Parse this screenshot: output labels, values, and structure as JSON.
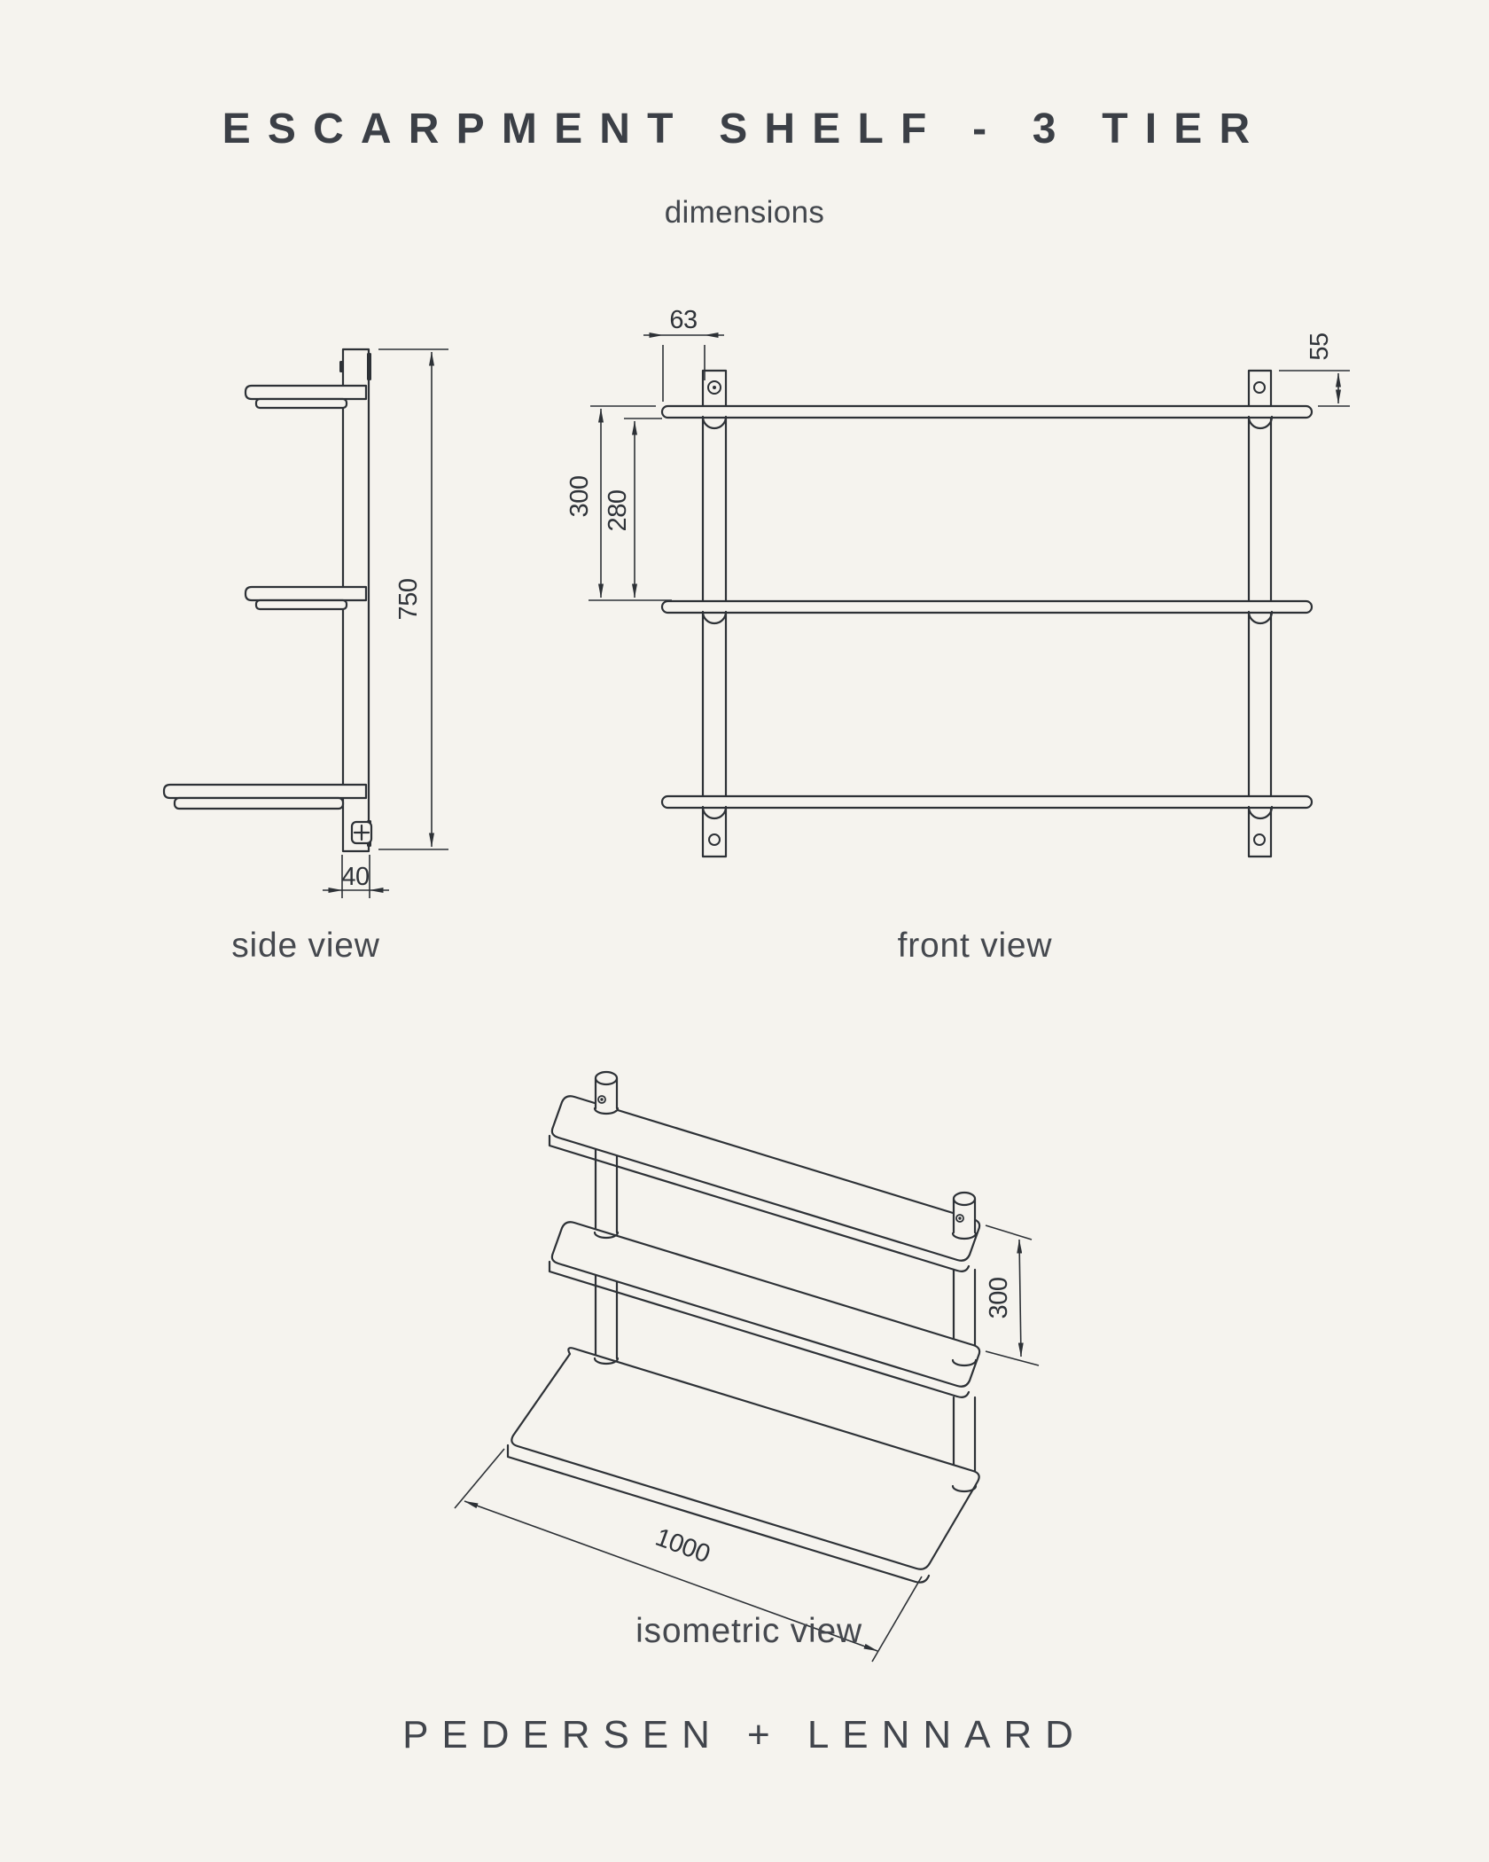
{
  "colors": {
    "background": "#f5f3ee",
    "ink": "#2d3136",
    "heading": "#3b3f46"
  },
  "header": {
    "title": "ESCARPMENT SHELF - 3 TIER",
    "subtitle": "dimensions"
  },
  "side_view": {
    "label": "side view",
    "dim_height": "750",
    "dim_depth": "40"
  },
  "front_view": {
    "label": "front view",
    "dim_bracket_inset": "63",
    "dim_post_above_shelf": "55",
    "dim_shelf_spacing": "300",
    "dim_shelf_clearance": "280"
  },
  "isometric_view": {
    "label": "isometric view",
    "dim_shelf_spacing": "300",
    "dim_length": "1000"
  },
  "footer": {
    "brand": "PEDERSEN + LENNARD"
  }
}
